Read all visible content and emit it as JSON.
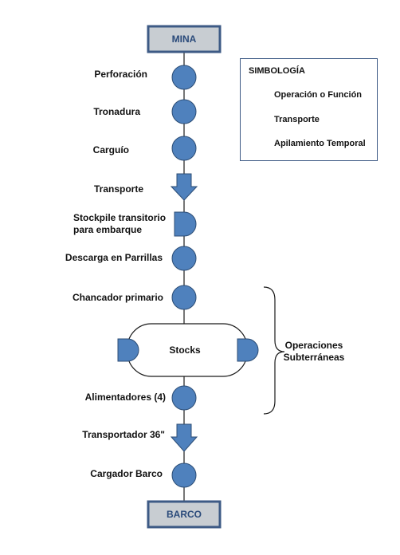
{
  "terminals": {
    "top": "MINA",
    "bottom": "BARCO"
  },
  "stages": [
    {
      "id": "perforacion",
      "label_lines": [
        "Perforación"
      ],
      "symbol": "circle"
    },
    {
      "id": "tronadura",
      "label_lines": [
        "Tronadura"
      ],
      "symbol": "circle"
    },
    {
      "id": "carguio",
      "label_lines": [
        "Carguío"
      ],
      "symbol": "circle"
    },
    {
      "id": "transporte",
      "label_lines": [
        "Transporte"
      ],
      "symbol": "arrow"
    },
    {
      "id": "stockpile",
      "label_lines": [
        "Stockpile transitorio",
        "para embarque"
      ],
      "symbol": "d-shape"
    },
    {
      "id": "descarga",
      "label_lines": [
        "Descarga en Parrillas"
      ],
      "symbol": "circle"
    },
    {
      "id": "chancador",
      "label_lines": [
        "Chancador primario"
      ],
      "symbol": "circle"
    },
    {
      "id": "alimentadores",
      "label_lines": [
        "Alimentadores (4)"
      ],
      "symbol": "circle"
    },
    {
      "id": "transportador",
      "label_lines": [
        "Transportador 36\""
      ],
      "symbol": "arrow"
    },
    {
      "id": "cargador",
      "label_lines": [
        "Cargador Barco"
      ],
      "symbol": "circle"
    }
  ],
  "stocks": {
    "label": "Stocks"
  },
  "operaciones_label": {
    "line1": "Operaciones",
    "line2": "Subterráneas"
  },
  "legend": {
    "title": "SIMBOLOGÍA",
    "items": [
      {
        "symbol": "circle",
        "label": "Operación o Función"
      },
      {
        "symbol": "arrow",
        "label": "Transporte"
      },
      {
        "symbol": "d-shape",
        "label": "Apilamiento Temporal"
      }
    ]
  },
  "colors": {
    "symbol_fill": "#4f81bd",
    "symbol_stroke": "#2c4d75",
    "terminal_fill": "#c8cdd2",
    "terminal_border": "#3d5a85",
    "line": "#1a1a1a"
  }
}
